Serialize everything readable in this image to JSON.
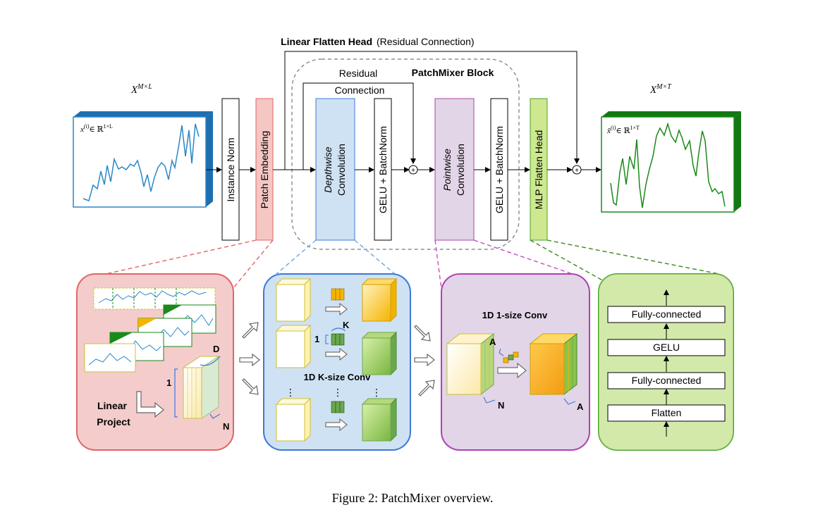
{
  "header": {
    "flatten_head_bold": "Linear Flatten Head",
    "flatten_head_note": "(Residual Connection)"
  },
  "block": {
    "title": "PatchMixer Block",
    "residual_line1": "Residual",
    "residual_line2": "Connection"
  },
  "input": {
    "symbol": "X",
    "superscript": "M×L",
    "series_label": "x",
    "series_sup": "(i)",
    "series_domain": "∈ ℝ",
    "series_domain_sup": "1×L",
    "color": "#2a87c8"
  },
  "output": {
    "symbol": "X",
    "superscript": "M×T",
    "series_label": "x̂",
    "series_sup": "(i)",
    "series_domain": "∈ ℝ",
    "series_domain_sup": "1×T",
    "color": "#1a8a1a"
  },
  "pipeline": {
    "instance_norm": "Instance Norm",
    "patch_embedding": "Patch Embedding",
    "depthwise_italic": "Depthwise",
    "depthwise_rest": "Convolution",
    "gelu_bn_1": "GELU + BatchNorm",
    "pointwise_italic": "Pointwise",
    "pointwise_rest": "Convolution",
    "gelu_bn_2": "GELU + BatchNorm",
    "mlp_head": "MLP Flatten Head"
  },
  "panels": {
    "embed": {
      "D": "D",
      "one": "1",
      "N": "N",
      "linear": "Linear",
      "project": "Project"
    },
    "depthwise": {
      "K": "K",
      "one": "1",
      "title": "1D K-size Conv",
      "dots": "⋮"
    },
    "pointwise": {
      "title": "1D 1-size Conv",
      "A_top": "A",
      "N": "N",
      "A_bottom": "A"
    },
    "head": {
      "layers": [
        "Fully-connected",
        "GELU",
        "Fully-connected",
        "Flatten"
      ]
    }
  },
  "colors": {
    "patch_embed": "#f4c7c3",
    "depthwise": "#cfe2f3",
    "pointwise": "#e1d5e7",
    "mlp_head": "#cde88f",
    "panel_red": "#e06666",
    "panel_blue": "#3c78d8",
    "panel_purple": "#b040b0",
    "panel_green": "#4aa02c"
  },
  "caption": "Figure 2: PatchMixer overview."
}
